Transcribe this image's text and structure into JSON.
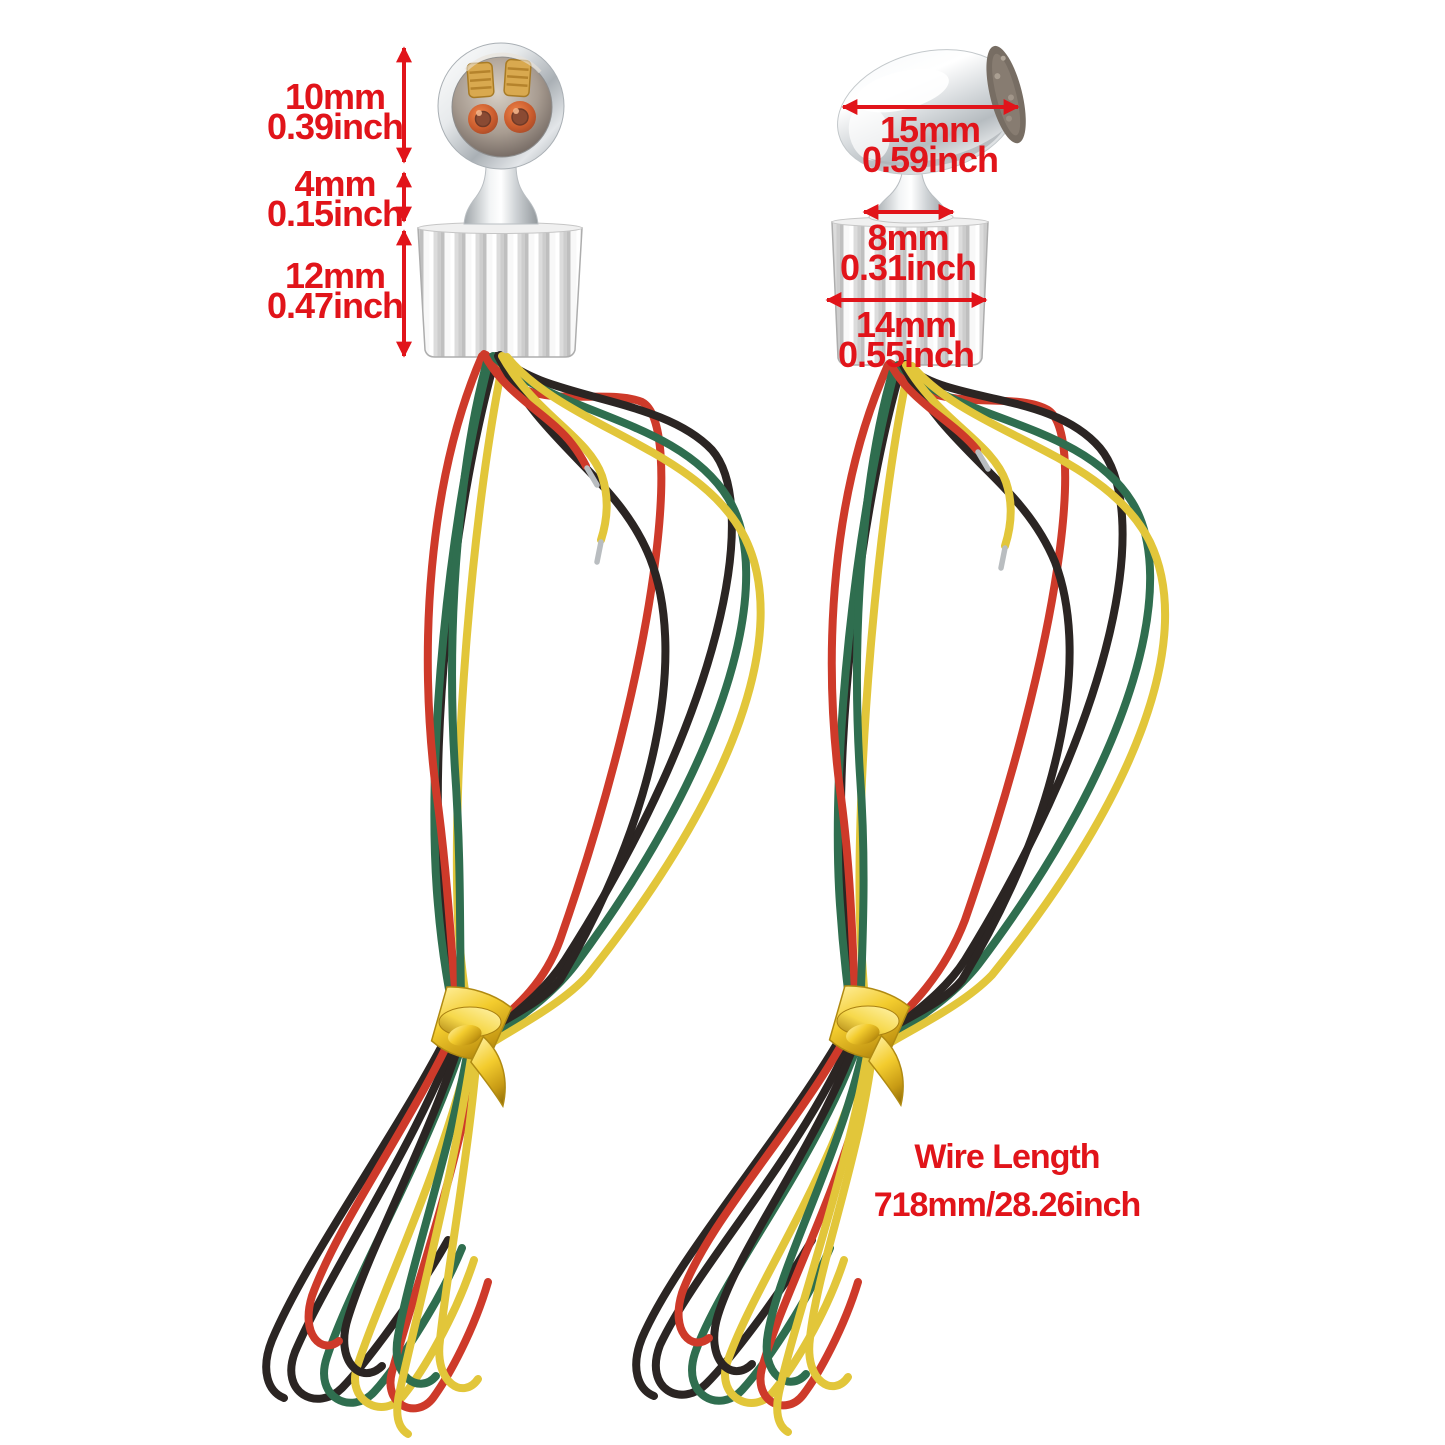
{
  "dimensions": {
    "left": [
      {
        "mm": "10mm",
        "inch": "0.39inch"
      },
      {
        "mm": "4mm",
        "inch": "0.15inch"
      },
      {
        "mm": "12mm",
        "inch": "0.47inch"
      }
    ],
    "right": [
      {
        "mm": "15mm",
        "inch": "0.59inch"
      },
      {
        "mm": "8mm",
        "inch": "0.31inch"
      },
      {
        "mm": "14mm",
        "inch": "0.55inch"
      }
    ]
  },
  "wire_length": {
    "title": "Wire Length",
    "value": "718mm/28.26inch"
  },
  "colors": {
    "annotation_red": "#e1141a",
    "background": "#ffffff",
    "wire_black": "#2b2523",
    "wire_green": "#2f6e4f",
    "wire_red": "#ce3a2a",
    "wire_yellow": "#e2c63a",
    "tie_gold": "#eec62d",
    "chrome_light": "#f4f6f7",
    "chrome_dark": "#9aa0a5",
    "led_amber": "#c95b2d"
  }
}
